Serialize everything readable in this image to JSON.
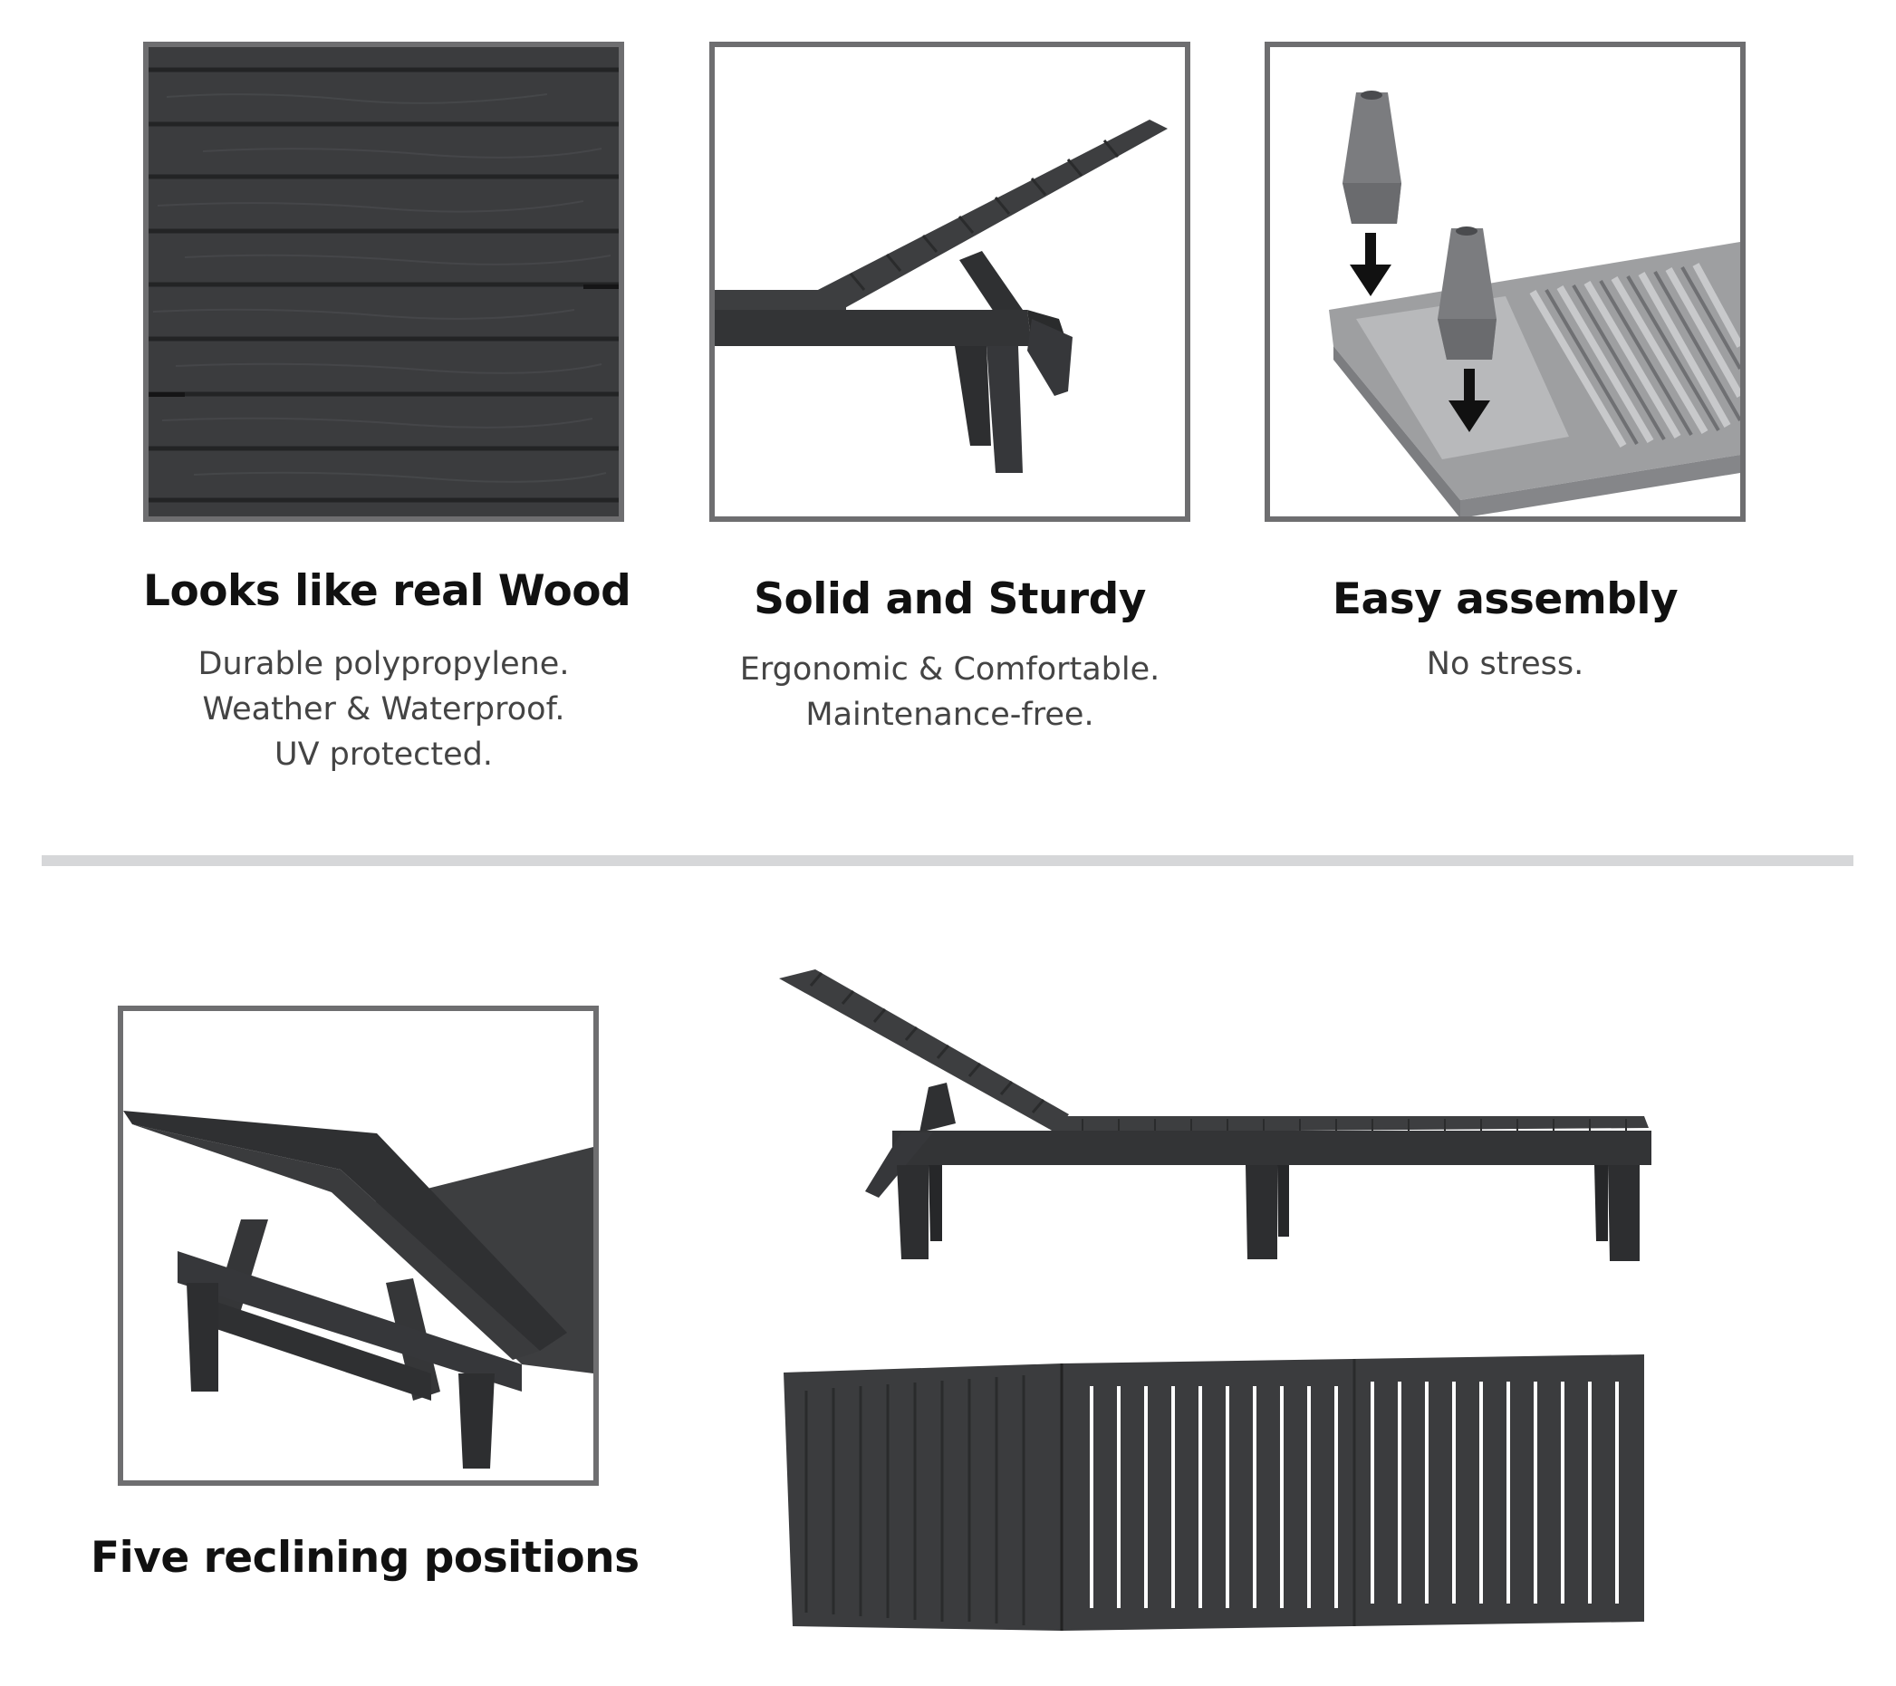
{
  "features": [
    {
      "title": "Looks like real Wood",
      "lines": [
        "Durable polypropylene.",
        "Weather & Waterproof.",
        "UV protected."
      ]
    },
    {
      "title": "Solid and Sturdy",
      "lines": [
        "Ergonomic & Comfortable.",
        "Maintenance-free."
      ]
    },
    {
      "title": "Easy assembly",
      "lines": [
        "No stress."
      ]
    }
  ],
  "reclining": {
    "title": "Five reclining positions"
  },
  "colors": {
    "frame_border": "#6e6e70",
    "product_dark": "#3a3b3d",
    "divider": "#d6d7d9",
    "heading_text": "#111111",
    "body_text": "#444444"
  }
}
